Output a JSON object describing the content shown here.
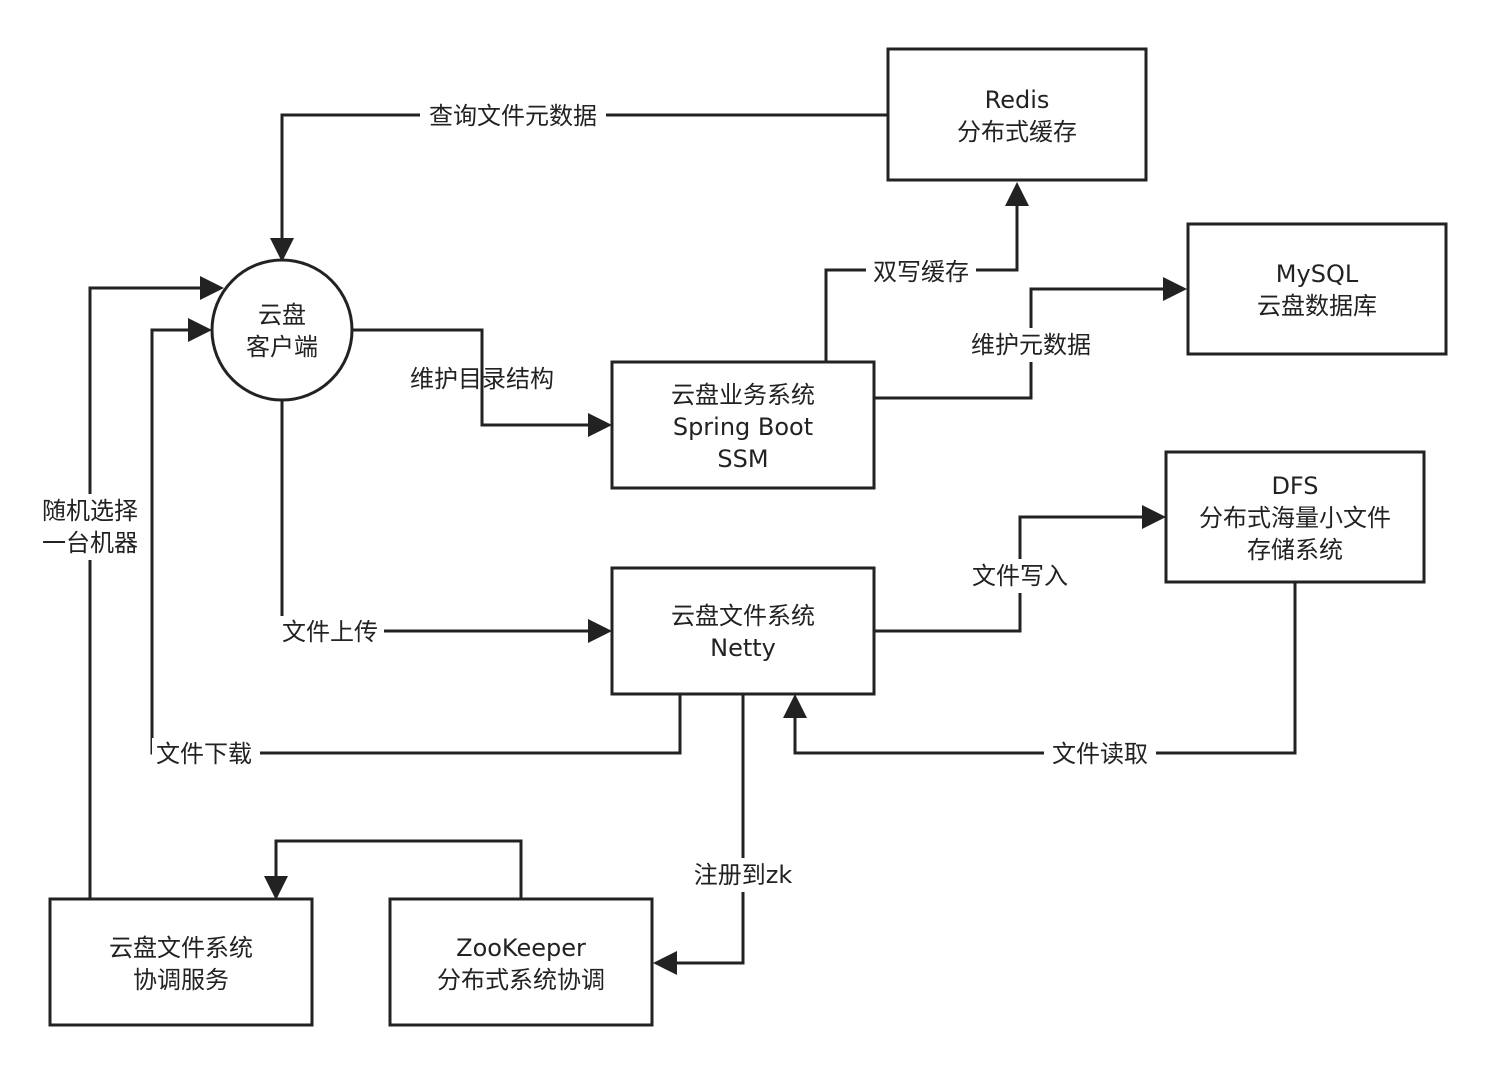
{
  "nodes": {
    "client": {
      "lines": [
        "云盘",
        "客户端"
      ]
    },
    "redis": {
      "lines": [
        "Redis",
        "分布式缓存"
      ]
    },
    "mysql": {
      "lines": [
        "MySQL",
        "云盘数据库"
      ]
    },
    "business": {
      "lines": [
        "云盘业务系统",
        "Spring Boot",
        "SSM"
      ]
    },
    "dfs": {
      "lines": [
        "DFS",
        "分布式海量小文件",
        "存储系统"
      ]
    },
    "file_system": {
      "lines": [
        "云盘文件系统",
        "Netty"
      ]
    },
    "coordinator": {
      "lines": [
        "云盘文件系统",
        "协调服务"
      ]
    },
    "zookeeper": {
      "lines": [
        "ZooKeeper",
        "分布式系统协调"
      ]
    }
  },
  "edges": {
    "query_metadata": {
      "label": "查询文件元数据"
    },
    "maintain_dir": {
      "label": "维护目录结构"
    },
    "double_write": {
      "label": "双写缓存"
    },
    "maintain_meta": {
      "label": "维护元数据"
    },
    "file_upload": {
      "label": "文件上传"
    },
    "file_write": {
      "label": "文件写入"
    },
    "file_read": {
      "label": "文件读取"
    },
    "file_download": {
      "label": "文件下载"
    },
    "random_select": {
      "lines": [
        "随机选择",
        "一台机器"
      ]
    },
    "register_zk": {
      "label": "注册到zk"
    }
  },
  "colors": {
    "stroke": "#222222",
    "background": "#ffffff"
  }
}
